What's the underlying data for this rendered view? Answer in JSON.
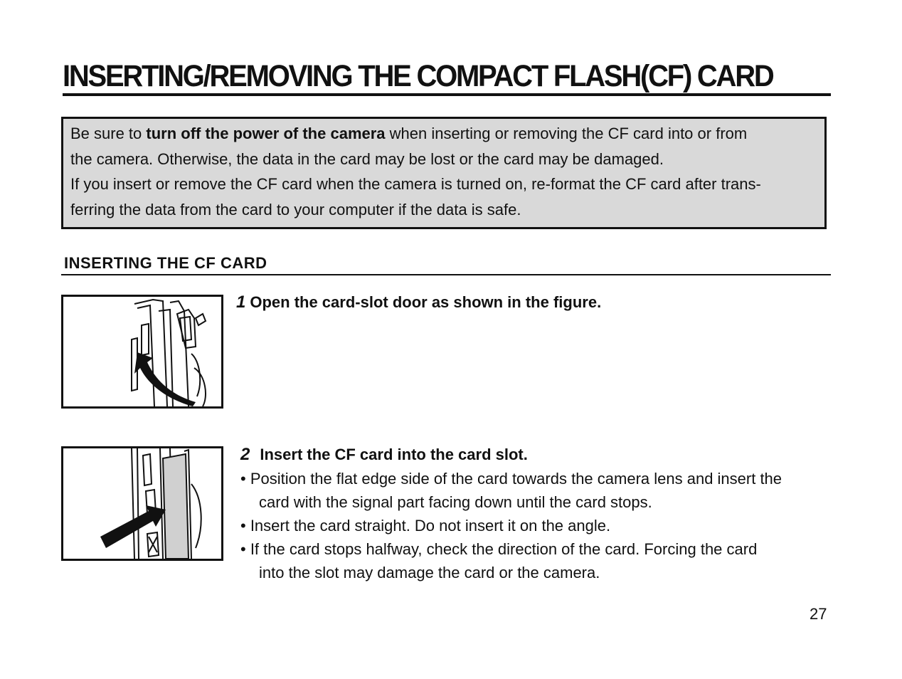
{
  "title": "INSERTING/REMOVING THE COMPACT FLASH(CF) CARD",
  "notice": {
    "line1_pre": "Be sure to ",
    "line1_bold": "turn off the power of the camera",
    "line1_post": " when inserting or removing the CF card into or from",
    "line2": "the camera. Otherwise, the data in the card may be lost or the card may be damaged.",
    "line3": "If you insert or remove the CF card when the camera is turned on, re-format the CF card after trans-",
    "line4": "ferring the data from the card to your computer if the data is safe."
  },
  "section_heading": "INSERTING THE CF CARD",
  "steps": [
    {
      "number": "1",
      "title": "Open the card-slot door as shown in the figure."
    },
    {
      "number": "2",
      "title": "Insert the CF card into the card slot.",
      "bullets": [
        {
          "line1": "• Position the flat edge side of the card towards the camera lens and insert the",
          "line2": "card with the signal part facing down until the card stops."
        },
        {
          "line1": "• Insert the card straight. Do not insert it on the angle."
        },
        {
          "line1": "•  If the card stops halfway, check the direction of the card. Forcing the card",
          "line2": "into the slot may damage the card or the camera."
        }
      ]
    }
  ],
  "page_number": "27"
}
